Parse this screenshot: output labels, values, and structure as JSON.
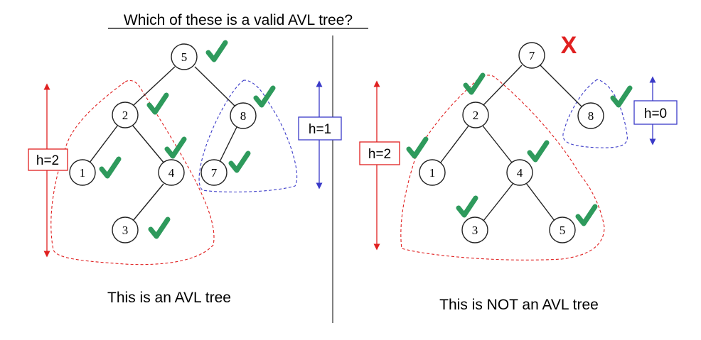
{
  "title": "Which of these is a valid AVL tree?",
  "colors": {
    "check": "#2e9a5c",
    "red": "#e02020",
    "blue": "#3a3ac8",
    "line": "#222222"
  },
  "left": {
    "caption": "This is an AVL tree",
    "height_label": "h=2",
    "subtree_height_label": "h=1",
    "nodes": [
      "5",
      "2",
      "8",
      "1",
      "4",
      "7",
      "3"
    ]
  },
  "right": {
    "caption": "This is NOT an AVL tree",
    "height_label": "h=2",
    "subtree_height_label": "h=0",
    "mark": "X",
    "nodes": [
      "7",
      "2",
      "8",
      "1",
      "4",
      "3",
      "5"
    ]
  }
}
